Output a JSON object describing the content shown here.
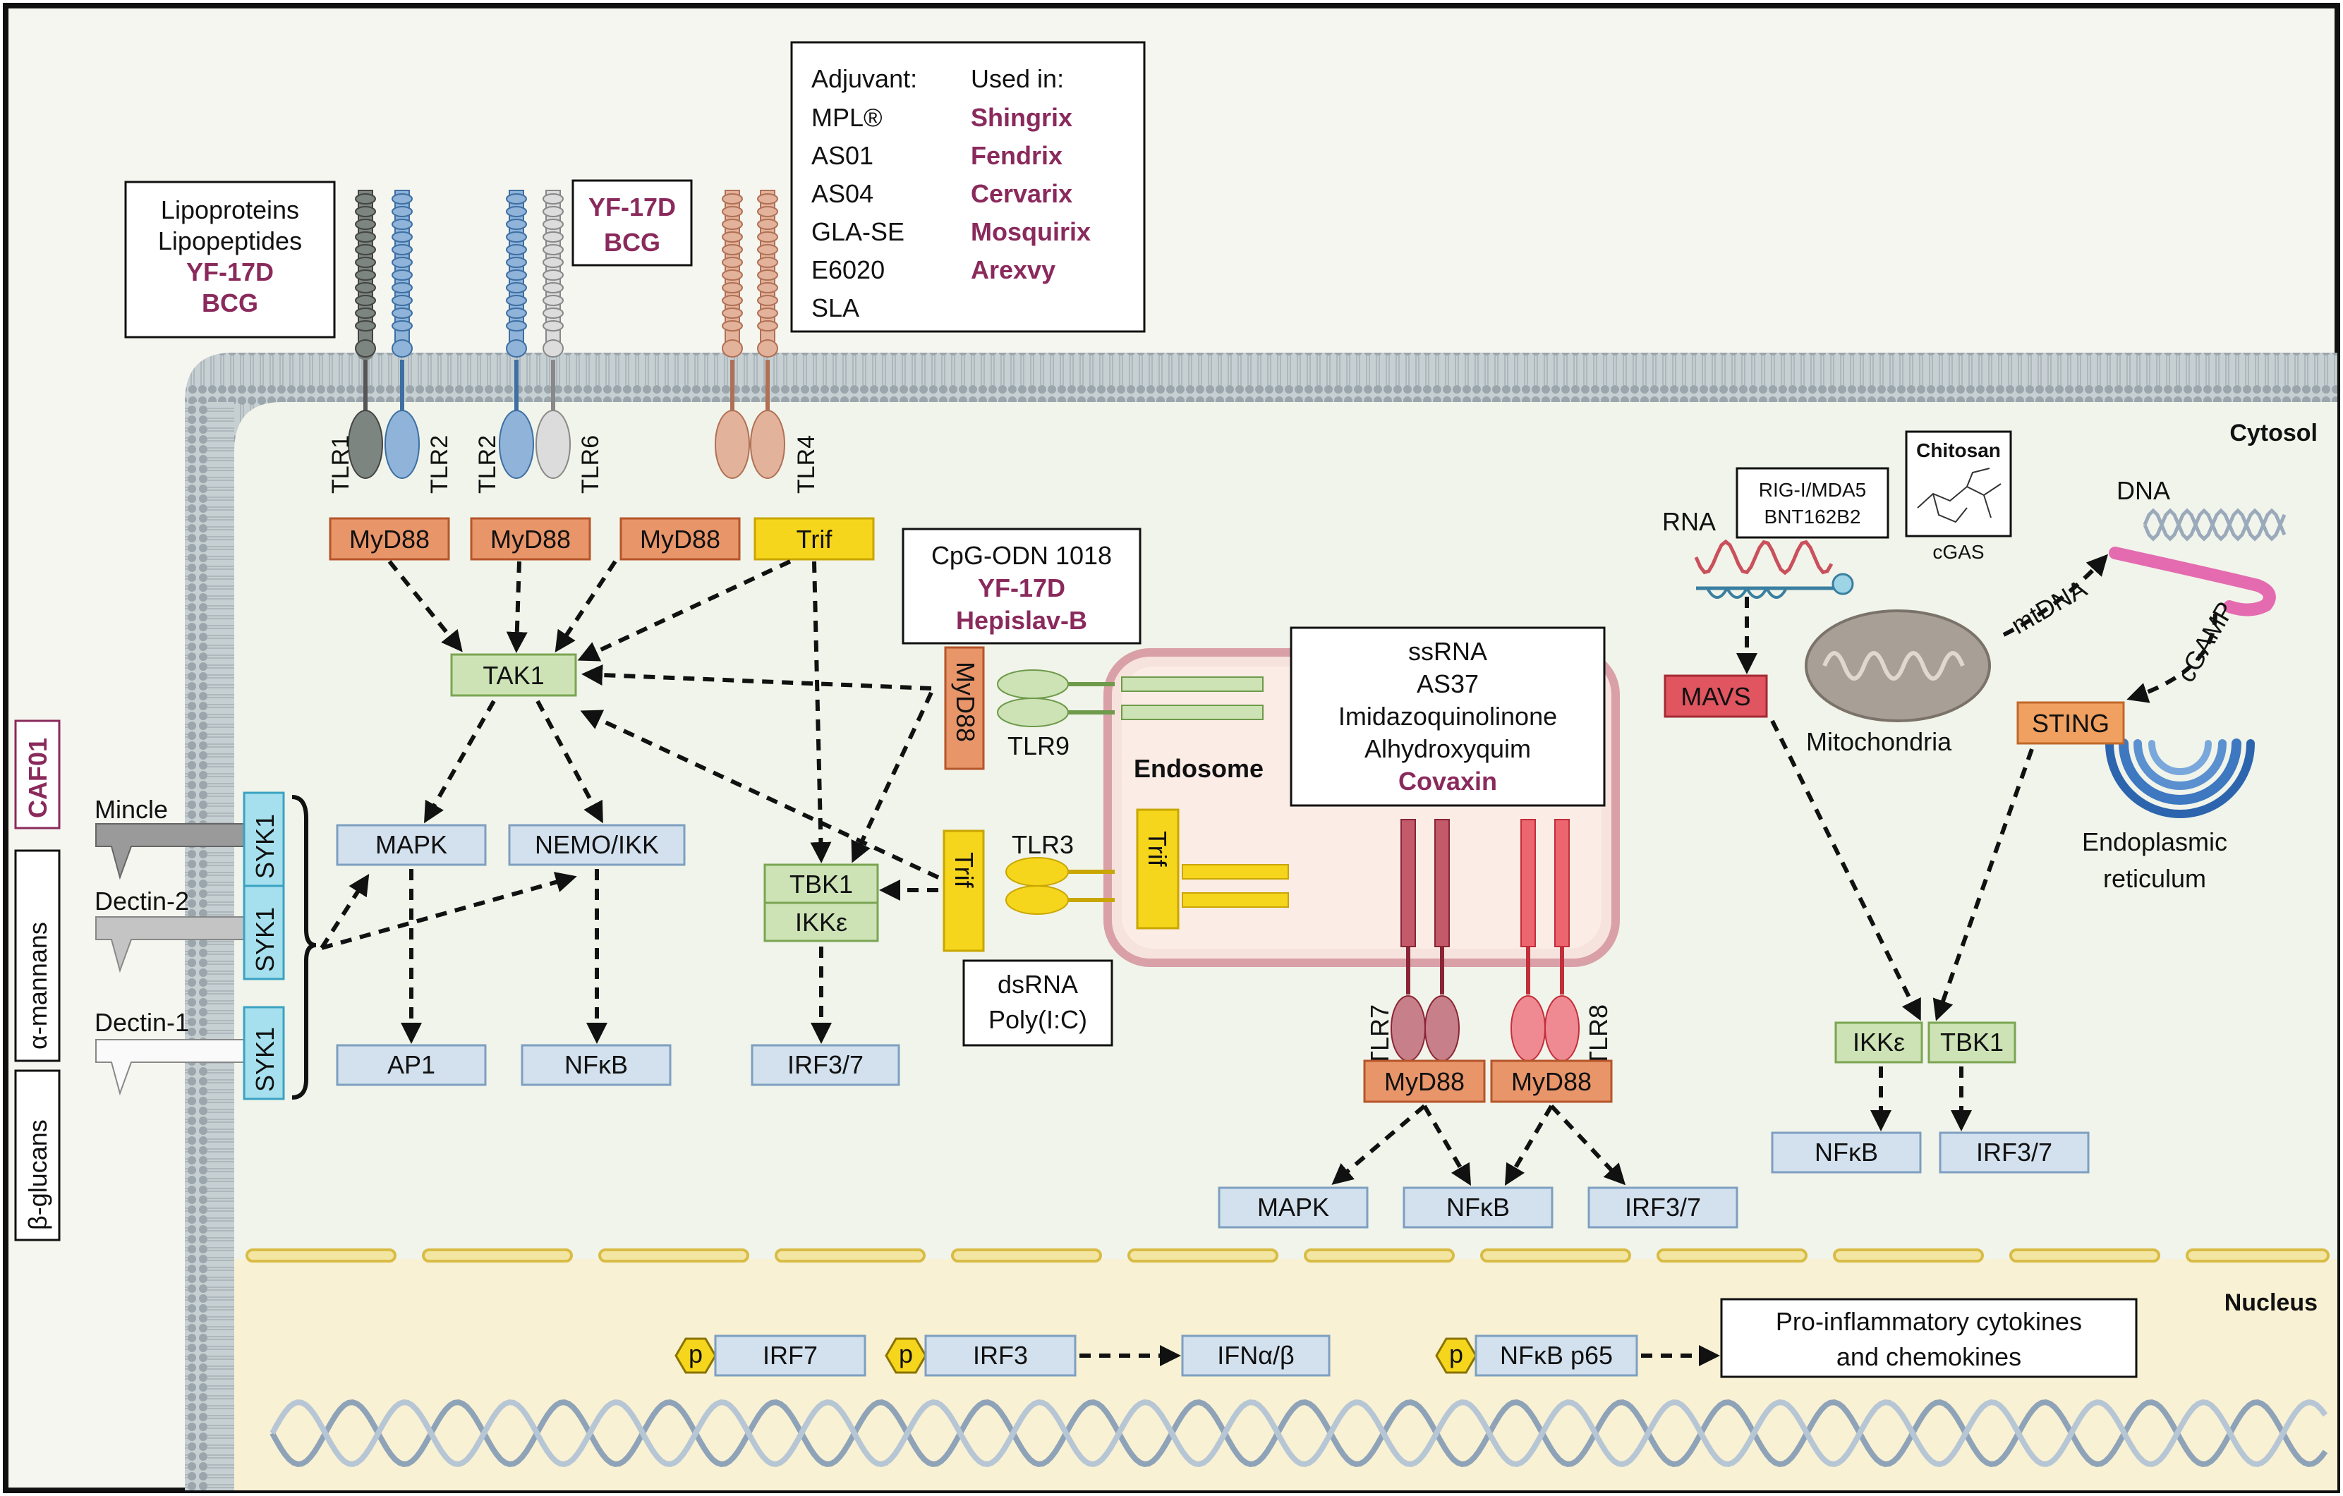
{
  "compartments": {
    "cytosol": "Cytosol",
    "nucleus": "Nucleus",
    "endosome": "Endosome",
    "mitochondria": "Mitochondria",
    "er": [
      "Endoplasmic",
      "reticulum"
    ]
  },
  "adjuvant_table": {
    "header_left": "Adjuvant:",
    "header_right": "Used in:",
    "rows": [
      {
        "adjuvant": "MPL®",
        "used_in": "Shingrix"
      },
      {
        "adjuvant": "AS01",
        "used_in": "Fendrix"
      },
      {
        "adjuvant": "AS04",
        "used_in": "Cervarix"
      },
      {
        "adjuvant": "GLA-SE",
        "used_in": "Mosquirix"
      },
      {
        "adjuvant": "E6020",
        "used_in": "Arexvy"
      },
      {
        "adjuvant": "SLA",
        "used_in": ""
      }
    ]
  },
  "ligand_boxes": {
    "tlr12": {
      "lines": [
        "Lipoproteins",
        "Lipopeptides"
      ],
      "vaccines": [
        "YF-17D",
        "BCG"
      ]
    },
    "tlr26": {
      "vaccines": [
        "YF-17D",
        "BCG"
      ]
    },
    "tlr9": {
      "lines": [
        "CpG-ODN 1018"
      ],
      "vaccines": [
        "YF-17D",
        "Hepislav-B"
      ]
    },
    "tlr78": {
      "lines": [
        "ssRNA",
        "AS37",
        "Imidazoquinolinone",
        "Alhydroxyquim"
      ],
      "vaccines": [
        "Covaxin"
      ]
    },
    "tlr3": {
      "lines": [
        "dsRNA",
        "Poly(I:C)"
      ]
    },
    "riglike": {
      "lines": [
        "RIG-I/MDA5",
        "BNT162B2"
      ]
    },
    "chitosan": {
      "title": "Chitosan",
      "caption": "cGAS"
    }
  },
  "left_labels": {
    "caf01": "CAF01",
    "alpha_mannans": "α-mannans",
    "beta_glucans": "β-glucans",
    "mincle": "Mincle",
    "dectin2": "Dectin-2",
    "dectin1": "Dectin-1",
    "syk": "SYK1"
  },
  "receptors": {
    "tlr1": "TLR1",
    "tlr2a": "TLR2",
    "tlr2b": "TLR2",
    "tlr6": "TLR6",
    "tlr4": "TLR4",
    "tlr9": "TLR9",
    "tlr3": "TLR3",
    "tlr7": "TLR7",
    "tlr8": "TLR8"
  },
  "adaptors": {
    "myd88": "MyD88",
    "trif": "Trif"
  },
  "nodes": {
    "tak1": "TAK1",
    "mapk": "MAPK",
    "nemo": "NEMO/IKK",
    "ap1": "AP1",
    "nfkb": "NFκB",
    "tbk1": "TBK1",
    "ikke": "IKKε",
    "irf37": "IRF3/7",
    "mavs": "MAVS",
    "sting": "STING",
    "rna": "RNA",
    "dna": "DNA",
    "mtdna": "mtDNA",
    "cgamp": "cGAMP"
  },
  "nucleus": {
    "p": "p",
    "irf7": "IRF7",
    "irf3": "IRF3",
    "ifn": "IFNα/β",
    "nfkb_p65": "NFκB p65",
    "cytokines": [
      "Pro-inflammatory cytokines",
      "and chemokines"
    ]
  },
  "colors": {
    "cytosol_bg": "#f1f4ea",
    "nucleus_bg": "#f8f1d4",
    "myd88": "#e8956a",
    "trif": "#f5d61c",
    "green_node": "#cde3b6",
    "blue_node": "#d3e1ee",
    "mavs": "#e05560",
    "sting": "#f0a060",
    "vaccine_text": "#8a2a5c"
  }
}
